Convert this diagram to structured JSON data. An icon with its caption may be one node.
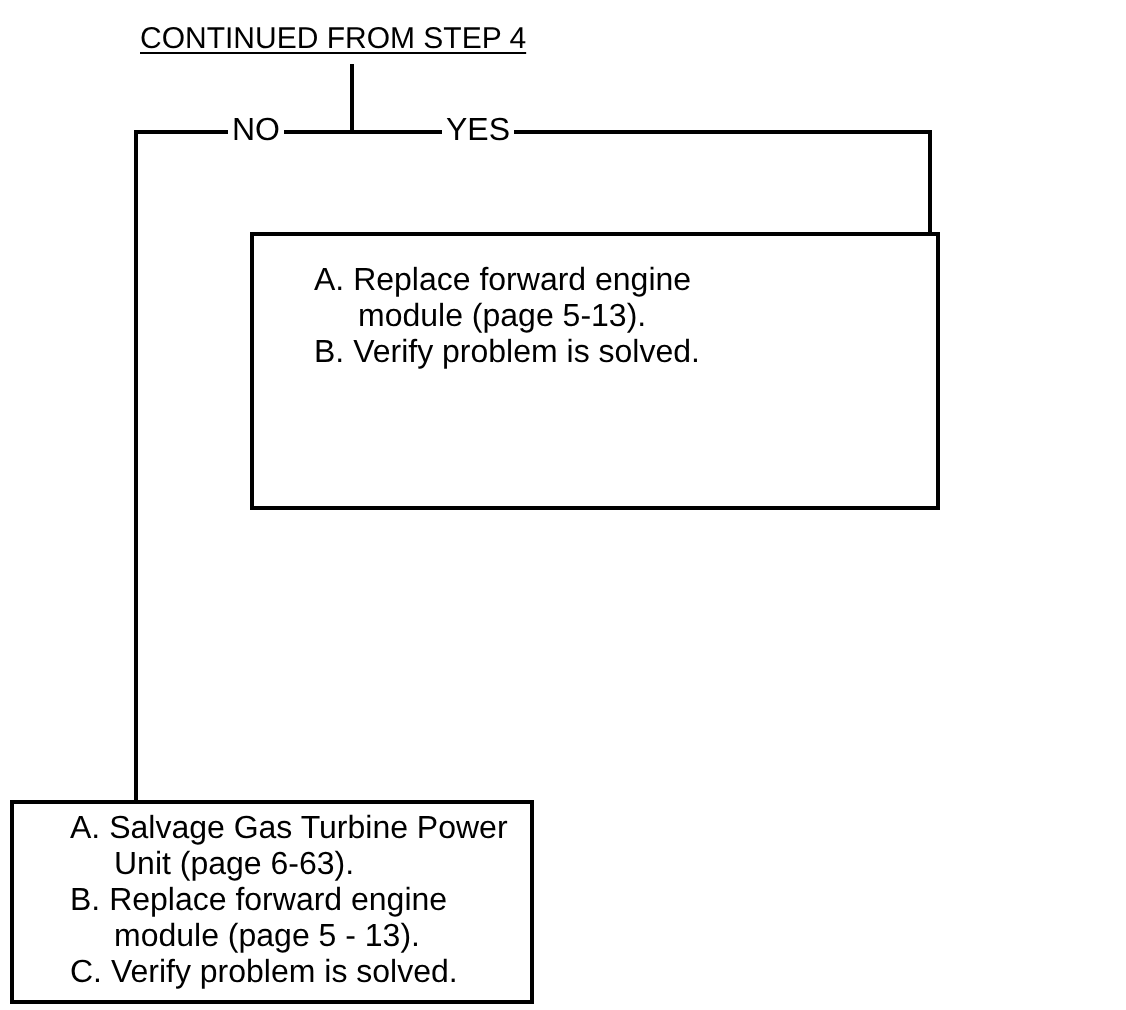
{
  "diagram": {
    "nodes": [
      {
        "text": [
          "CONTINUED FROM STEP 4"
        ]
      },
      {
        "text": [
          "A. Replace forward engine module (page 5-13).",
          "B. Verify problem is solved."
        ]
      },
      {
        "text": [
          "A. Salvage Gas Turbine Power Unit (page 6-63).",
          "B. Replace forward engine module (page 5 - 13).",
          "C. Verify problem is solved."
        ]
      }
    ],
    "edges": [
      {
        "from": 0,
        "to": 1,
        "arrow": "none",
        "label": "YES"
      },
      {
        "from": 0,
        "to": 2,
        "arrow": "none",
        "label": "NO"
      }
    ]
  }
}
